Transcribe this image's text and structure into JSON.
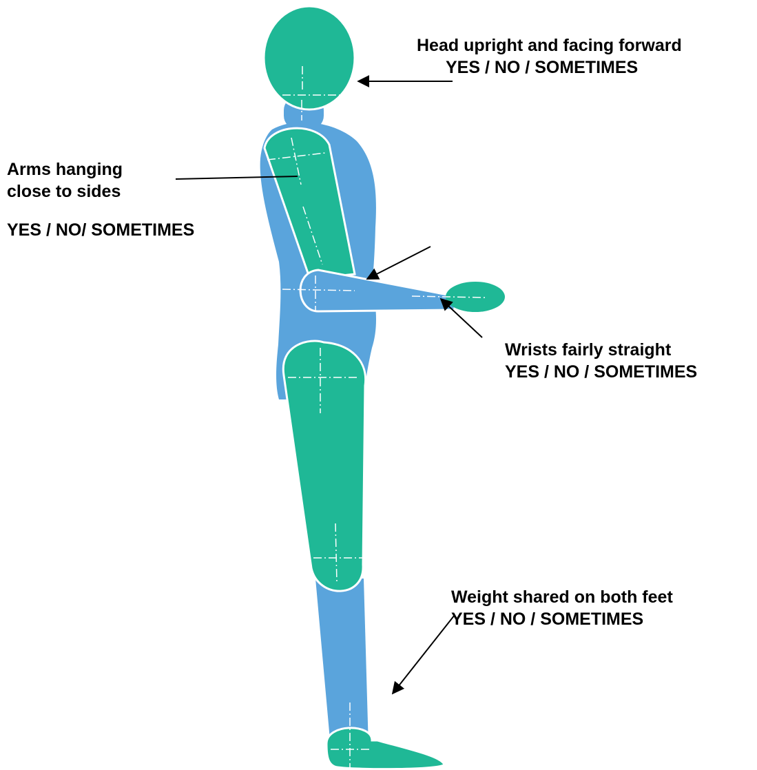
{
  "colors": {
    "green": "#1fb896",
    "blue": "#5aa4dc",
    "outline": "#ffffff",
    "text": "#000000"
  },
  "annotations": {
    "head": {
      "line1": "Head upright and facing forward",
      "line2": "YES / NO / SOMETIMES"
    },
    "arms": {
      "line1": "Arms hanging",
      "line2": "close to sides",
      "options": "YES / NO/ SOMETIMES"
    },
    "wrists": {
      "line1": "Wrists fairly straight",
      "line2": "YES / NO / SOMETIMES"
    },
    "weight": {
      "line1": "Weight shared on both feet",
      "line2": "YES / NO / SOMETIMES"
    }
  }
}
